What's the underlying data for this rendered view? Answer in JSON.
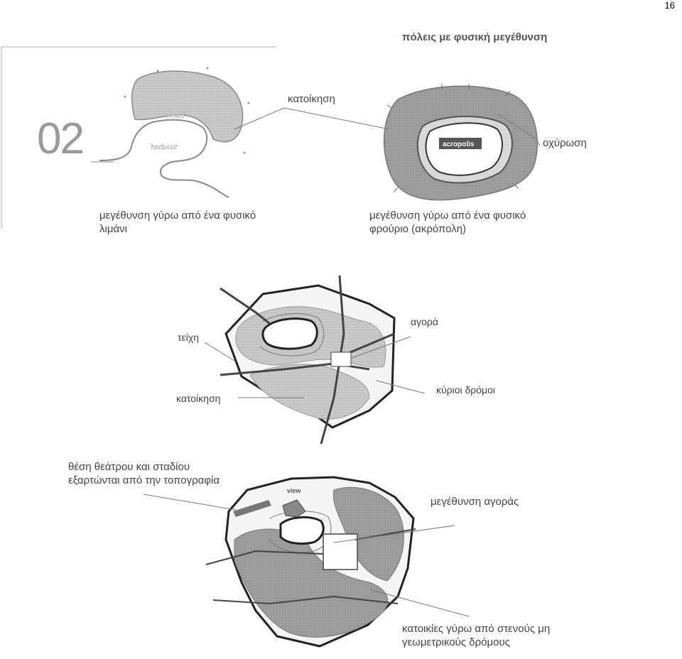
{
  "page": {
    "number": "16"
  },
  "title": "πόλεις με φυσική μεγέθυνση",
  "section_number": "02",
  "figure1": {
    "label_settlement": "κατοίκηση",
    "tag_wharf": "wharf",
    "tag_harbour": "harbour",
    "caption": [
      "μεγέθυνση γύρω από ένα φυσικό",
      "λιμάνι"
    ]
  },
  "figure2": {
    "label_fortification": "οχύρωση",
    "tag_acropolis": "acropolis",
    "caption": [
      "μεγέθυνση γύρω από ένα φυσικό",
      "φρούριο (ακρόπολη)"
    ]
  },
  "figure3": {
    "label_walls": "τείχη",
    "label_market": "αγορά",
    "label_settlement": "κατοίκηση",
    "label_main_roads": "κύριοι δρόμοι"
  },
  "figure4": {
    "label_theatre": [
      "θέση θεάτρου και σταδίου",
      "εξαρτώνται από την τοπογραφία"
    ],
    "tag_view": "view",
    "label_market_size": "μεγέθυνση αγοράς",
    "label_houses": [
      "κατοικίες γύρω από στενούς μη",
      "γεωμετρικούς δρόμους"
    ]
  }
}
